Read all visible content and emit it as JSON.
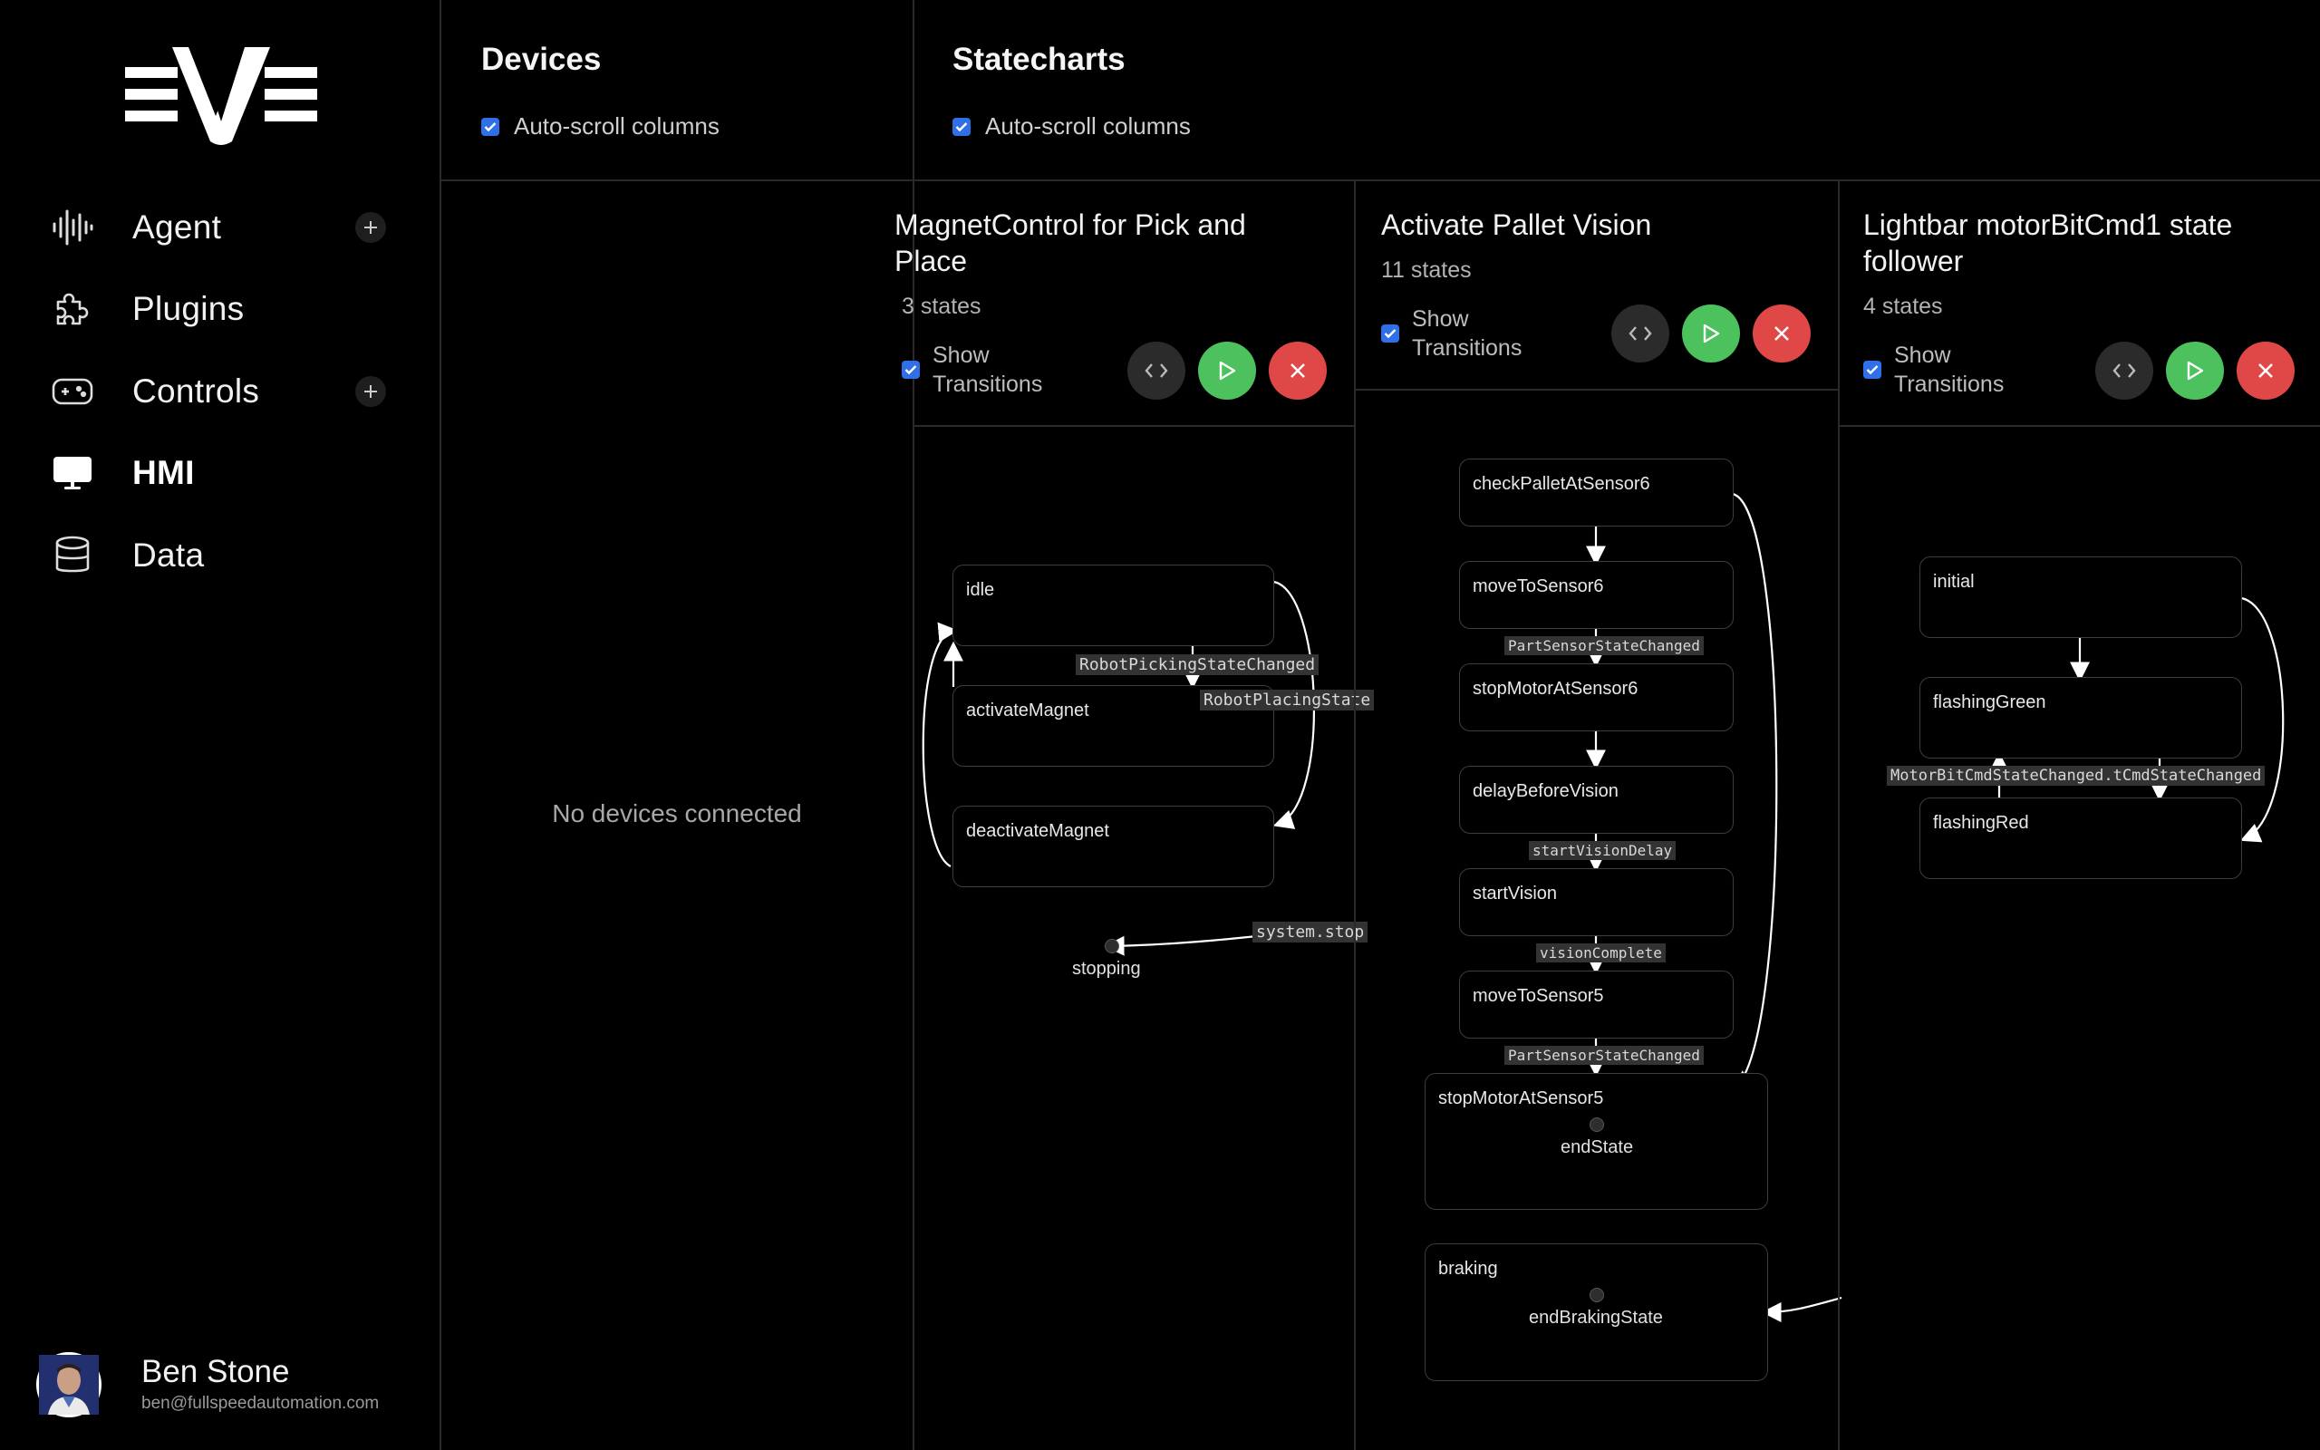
{
  "sidebar": {
    "nav": [
      {
        "label": "Agent",
        "icon": "waveform-icon",
        "has_add": true
      },
      {
        "label": "Plugins",
        "icon": "puzzle-icon",
        "has_add": false
      },
      {
        "label": "Controls",
        "icon": "gamepad-icon",
        "has_add": true
      },
      {
        "label": "HMI",
        "icon": "monitor-icon",
        "has_add": false,
        "active": true
      },
      {
        "label": "Data",
        "icon": "database-icon",
        "has_add": false
      }
    ],
    "user": {
      "name": "Ben Stone",
      "email": "ben@fullspeedautomation.com"
    }
  },
  "devices": {
    "title": "Devices",
    "auto_scroll_label": "Auto-scroll columns",
    "empty_text": "No devices connected"
  },
  "statecharts": {
    "title": "Statecharts",
    "auto_scroll_label": "Auto-scroll columns",
    "columns": [
      {
        "title": "MagnetControl for Pick and Place",
        "title_line1": "MagnetControl for Pick and",
        "title_line2": "Place",
        "states_count": "3 states",
        "show_transitions": "Show Transitions",
        "states": [
          "idle",
          "activateMagnet",
          "deactivateMagnet"
        ],
        "final": "stopping",
        "transitions": [
          "RobotPickingStateChanged",
          "RobotPlacingState",
          "system.stop"
        ]
      },
      {
        "title": "Activate Pallet Vision",
        "states_count": "11 states",
        "show_transitions": "Show Transitions",
        "states": [
          "checkPalletAtSensor6",
          "moveToSensor6",
          "stopMotorAtSensor6",
          "delayBeforeVision",
          "startVision",
          "moveToSensor5",
          "stopMotorAtSensor5",
          "braking"
        ],
        "finals": [
          "endState",
          "endBrakingState"
        ],
        "transitions": [
          "PartSensorStateChanged",
          "startVisionDelay",
          "visionComplete",
          "PartSensorStateChanged"
        ]
      },
      {
        "title": "Lightbar motorBitCmd1 state follower",
        "title_line1": "Lightbar motorBitCmd1 state",
        "title_line2": "follower",
        "states_count": "4 states",
        "show_transitions": "Show Transitions",
        "states": [
          "initial",
          "flashingGreen",
          "flashingRed"
        ],
        "transitions": [
          "MotorBitCmdStateChanged.tCmdStateChanged"
        ]
      }
    ]
  },
  "colors": {
    "accent_blue": "#2f6fe8",
    "play_green": "#4ec15f",
    "stop_red": "#e04848"
  }
}
